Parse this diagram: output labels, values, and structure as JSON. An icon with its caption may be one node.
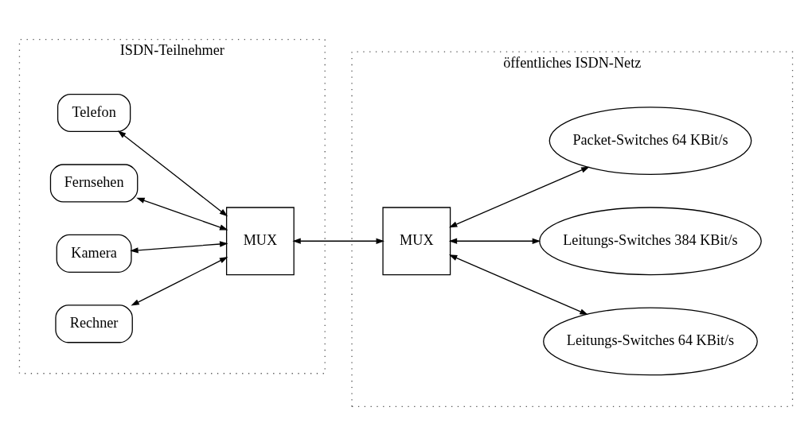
{
  "diagram": {
    "nodes": [
      {
        "text": [
          "ISDN-Teilnehmer"
        ]
      },
      {
        "text": [
          "Telefon"
        ],
        "in": 0
      },
      {
        "text": [
          "Fernsehen"
        ],
        "in": 0
      },
      {
        "text": [
          "Kamera"
        ],
        "in": 0
      },
      {
        "text": [
          "Rechner"
        ],
        "in": 0
      },
      {
        "text": [
          "MUX"
        ],
        "in": 0
      },
      {
        "text": [
          "öffentliches ISDN-Netz"
        ]
      },
      {
        "text": [
          "MUX"
        ],
        "in": 6
      },
      {
        "text": [
          "Leitungs-Switches 64 KBit/s"
        ],
        "in": 6
      },
      {
        "text": [
          "Leitungs-Switches 384 KBit/s"
        ],
        "in": 6
      },
      {
        "text": [
          "Packet-Switches 64 KBit/s"
        ],
        "in": 6
      }
    ],
    "edges": [
      {
        "from": 1,
        "to": 5,
        "arrow": "both"
      },
      {
        "from": 2,
        "to": 5,
        "arrow": "both"
      },
      {
        "from": 3,
        "to": 5,
        "arrow": "both"
      },
      {
        "from": 4,
        "to": 5,
        "arrow": "both"
      },
      {
        "from": 5,
        "to": 7,
        "arrow": "both"
      },
      {
        "from": 7,
        "to": 8,
        "arrow": "both"
      },
      {
        "from": 7,
        "to": 9,
        "arrow": "both"
      },
      {
        "from": 7,
        "to": 10,
        "arrow": "both"
      }
    ]
  }
}
